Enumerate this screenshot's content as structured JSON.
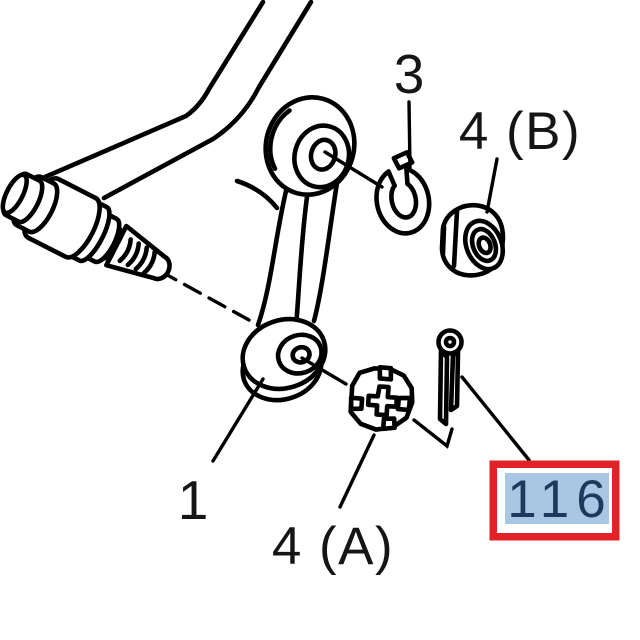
{
  "canvas": {
    "background": "#ffffff",
    "line_color": "#000000"
  },
  "callouts": {
    "c1": {
      "label": "1"
    },
    "c3": {
      "label": "3"
    },
    "c4a": {
      "label": "4 (A)"
    },
    "c4b": {
      "label": "4 (B)"
    }
  },
  "highlight": {
    "label": "116",
    "border_color": "#e32128",
    "fill_color": "#a9c7e3",
    "text_color": "#1c3b5c"
  }
}
